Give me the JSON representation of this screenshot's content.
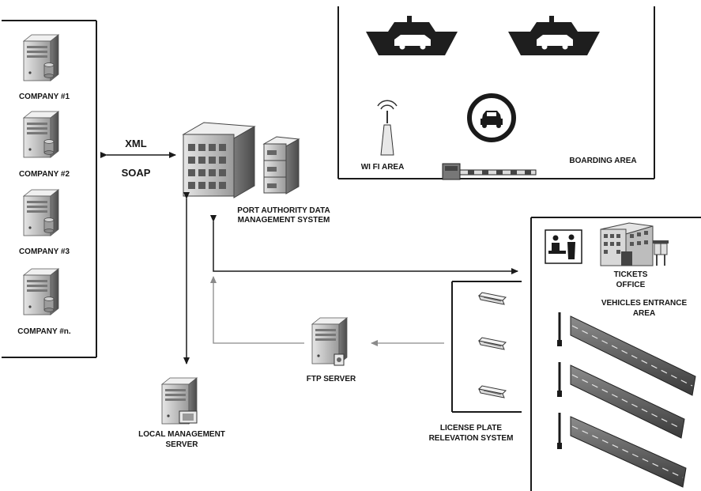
{
  "companies": [
    {
      "label": "COMPANY #1"
    },
    {
      "label": "COMPANY #2"
    },
    {
      "label": "COMPANY #3"
    },
    {
      "label": "COMPANY #n."
    }
  ],
  "protocols": {
    "xml": "XML",
    "soap": "SOAP"
  },
  "port_authority": {
    "line1": "PORT AUTHORITY DATA",
    "line2": "MANAGEMENT SYSTEM"
  },
  "local_server": {
    "line1": "LOCAL MANAGEMENT",
    "line2": "SERVER"
  },
  "ftp_server": {
    "label": "FTP SERVER"
  },
  "license_plate": {
    "line1": "LICENSE PLATE",
    "line2": "RELEVATION SYSTEM"
  },
  "boarding": {
    "wifi": "WI FI AREA",
    "area": "BOARDING AREA"
  },
  "entrance": {
    "tickets_line1": "TICKETS",
    "tickets_line2": "OFFICE",
    "area_line1": "VEHICLES ENTRANCE",
    "area_line2": "AREA"
  },
  "colors": {
    "line": "#1a1a1a",
    "light_line": "#8a8a8a",
    "server_dark": "#6d6d6d",
    "server_light": "#d9d9d9",
    "ship": "#1e1e1e"
  }
}
